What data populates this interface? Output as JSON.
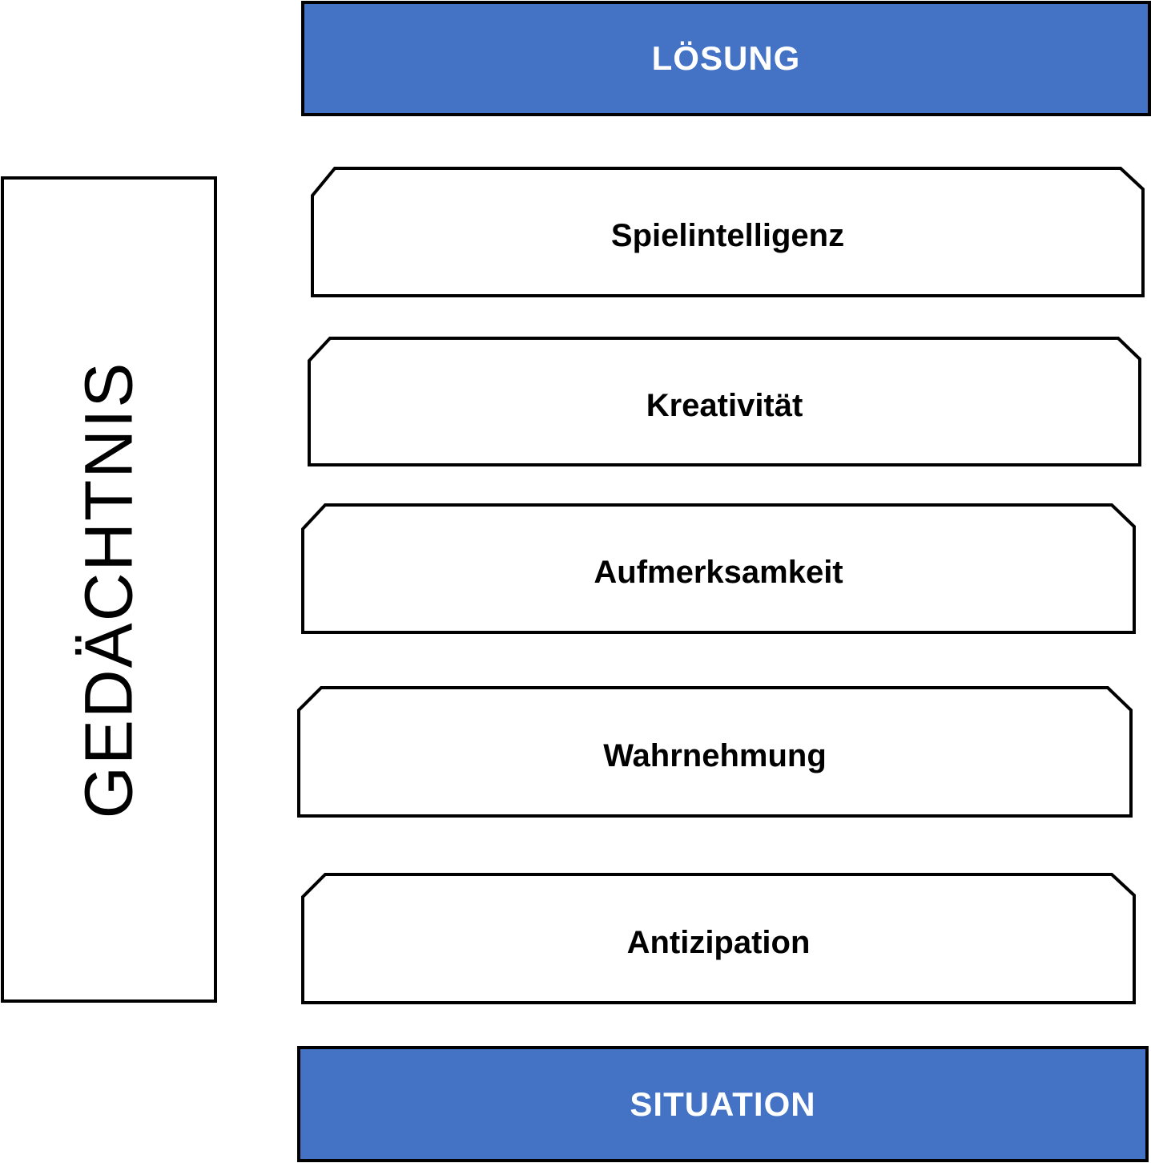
{
  "colors": {
    "accent": "#4472c4",
    "stroke": "#000000",
    "fill": "#ffffff"
  },
  "top_box": {
    "label": "LÖSUNG"
  },
  "bottom_box": {
    "label": "SITUATION"
  },
  "side_box": {
    "label": "GEDÄCHTNIS"
  },
  "layers": [
    {
      "label": "Spielintelligenz"
    },
    {
      "label": "Kreativität"
    },
    {
      "label": "Aufmerksamkeit"
    },
    {
      "label": "Wahrnehmung"
    },
    {
      "label": "Antizipation"
    }
  ]
}
